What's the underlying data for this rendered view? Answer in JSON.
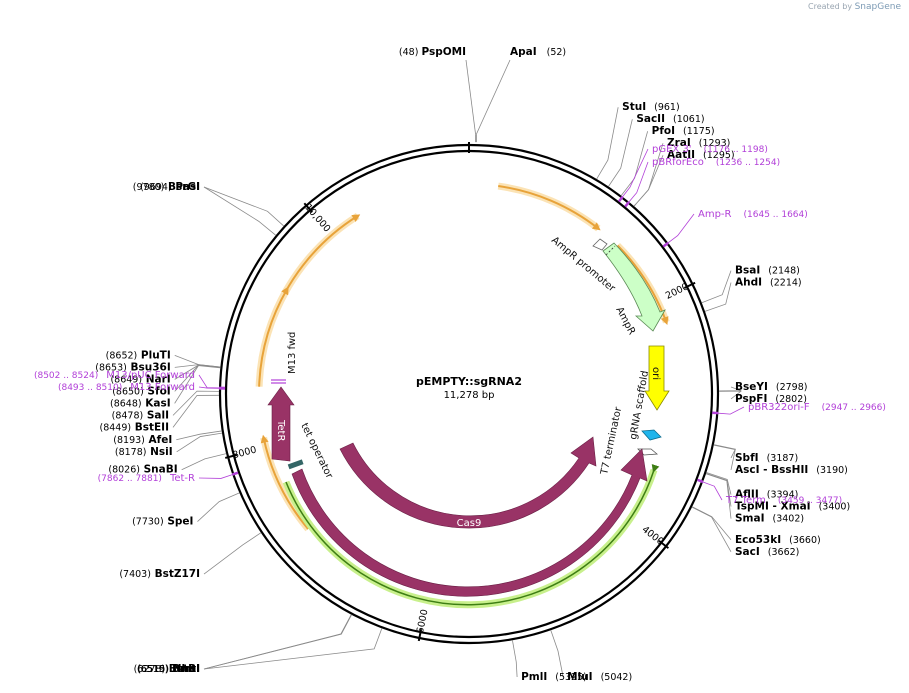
{
  "credit": {
    "prefix": "Created by",
    "brand": "SnapGene"
  },
  "plasmid": {
    "name": "pEMPTY::sgRNA2",
    "size": "11,278 bp"
  },
  "ticks": [
    {
      "label": "2000",
      "angle": 63.8
    },
    {
      "label": "4000",
      "angle": 127.7
    },
    {
      "label": "6000",
      "angle": 191.5
    },
    {
      "label": "8000",
      "angle": 255.3
    },
    {
      "label": "10,000",
      "angle": 319.2
    }
  ],
  "enzymes": [
    {
      "name": "PspOMI",
      "pos": "(48)",
      "angle": 1.5,
      "side": "left"
    },
    {
      "name": "ApaI",
      "pos": "(52)",
      "angle": 1.7,
      "side": "right"
    },
    {
      "name": "StuI",
      "pos": "(961)",
      "angle": 30.7,
      "side": "right"
    },
    {
      "name": "SacII",
      "pos": "(1061)",
      "angle": 33.9,
      "side": "right"
    },
    {
      "name": "PfoI",
      "pos": "(1175)",
      "angle": 37.5,
      "side": "right"
    },
    {
      "name": "ZraI",
      "pos": "(1293)",
      "angle": 41.3,
      "side": "right"
    },
    {
      "name": "AatII",
      "pos": "(1295)",
      "angle": 41.3,
      "side": "right"
    },
    {
      "name": "BsaI",
      "pos": "(2148)",
      "angle": 68.6,
      "side": "right"
    },
    {
      "name": "AhdI",
      "pos": "(2214)",
      "angle": 70.7,
      "side": "right"
    },
    {
      "name": "BseYI",
      "pos": "(2798)",
      "angle": 89.3,
      "side": "right"
    },
    {
      "name": "PspFI",
      "pos": "(2802)",
      "angle": 89.4,
      "side": "right"
    },
    {
      "name": "SbfI",
      "pos": "(3187)",
      "angle": 101.7,
      "side": "right"
    },
    {
      "name": "AscI - BssHII",
      "pos": "(3190)",
      "angle": 101.8,
      "side": "right"
    },
    {
      "name": "AflII",
      "pos": "(3394)",
      "angle": 108.3,
      "side": "right"
    },
    {
      "name": "TspMI - XmaI",
      "pos": "(3400)",
      "angle": 108.5,
      "side": "right"
    },
    {
      "name": "SmaI",
      "pos": "(3402)",
      "angle": 108.6,
      "side": "right"
    },
    {
      "name": "Eco53kI",
      "pos": "(3660)",
      "angle": 116.8,
      "side": "right"
    },
    {
      "name": "SacI",
      "pos": "(3662)",
      "angle": 116.9,
      "side": "right"
    },
    {
      "name": "MluI",
      "pos": "(5042)",
      "angle": 160.9,
      "side": "right"
    },
    {
      "name": "PmlI",
      "pos": "(5325)",
      "angle": 170.0,
      "side": "right"
    },
    {
      "name": "BstBI",
      "pos": "(6278)",
      "angle": 200.4,
      "side": "left"
    },
    {
      "name": "NheI",
      "pos": "(6515)",
      "angle": 208.0,
      "side": "left"
    },
    {
      "name": "BmtI",
      "pos": "(6519)",
      "angle": 208.1,
      "side": "left"
    },
    {
      "name": "BstZ17I",
      "pos": "(7403)",
      "angle": 236.3,
      "side": "left"
    },
    {
      "name": "SpeI",
      "pos": "(7730)",
      "angle": 246.7,
      "side": "left"
    },
    {
      "name": "SnaBI",
      "pos": "(8026)",
      "angle": 256.2,
      "side": "left"
    },
    {
      "name": "NsiI",
      "pos": "(8178)",
      "angle": 261.0,
      "side": "left"
    },
    {
      "name": "AfeI",
      "pos": "(8193)",
      "angle": 261.5,
      "side": "left"
    },
    {
      "name": "BstEII",
      "pos": "(8449)",
      "angle": 269.7,
      "side": "left"
    },
    {
      "name": "SalI",
      "pos": "(8478)",
      "angle": 270.6,
      "side": "left"
    },
    {
      "name": "KasI",
      "pos": "(8648)",
      "angle": 276.0,
      "side": "left"
    },
    {
      "name": "NarI",
      "pos": "(8649)",
      "angle": 276.1,
      "side": "left"
    },
    {
      "name": "SfoI",
      "pos": "(8650)",
      "angle": 276.1,
      "side": "left"
    },
    {
      "name": "PluTI",
      "pos": "(8652)",
      "angle": 276.2,
      "side": "left"
    },
    {
      "name": "Bsu36I",
      "pos": "(8653)",
      "angle": 276.2,
      "side": "left"
    },
    {
      "name": "PasI",
      "pos": "(9694)",
      "angle": 309.4,
      "side": "left"
    },
    {
      "name": "BsrGI",
      "pos": "(9780)",
      "angle": 312.2,
      "side": "left"
    }
  ],
  "primers": [
    {
      "name": "pGEX 3'",
      "pos": "(1176 .. 1198)",
      "angle": 37.9,
      "side": "right"
    },
    {
      "name": "pBRforEco",
      "pos": "(1236 .. 1254)",
      "angle": 39.8,
      "side": "right"
    },
    {
      "name": "Amp-R",
      "pos": "(1645 .. 1664)",
      "angle": 52.8,
      "side": "right"
    },
    {
      "name": "pBR322ori-F",
      "pos": "(2947 .. 2966)",
      "angle": 94.4,
      "side": "right"
    },
    {
      "name": "T7 Term",
      "pos": "(3459 .. 3477)",
      "angle": 110.6,
      "side": "right"
    },
    {
      "name": "Tet-R",
      "pos": "(7862 .. 7881)",
      "angle": 251.2,
      "side": "left"
    },
    {
      "name": "M13 Forward",
      "pos": "(8493 .. 8510)",
      "angle": 271.3,
      "side": "left"
    },
    {
      "name": "M13/pUC Forward",
      "pos": "(8502 .. 8524)",
      "angle": 271.4,
      "side": "left"
    }
  ],
  "features": [
    {
      "name": "AmpR promoter",
      "type": "promoter",
      "color": "#ffffff"
    },
    {
      "name": "AmpR",
      "type": "cds",
      "color": "#ccffc7"
    },
    {
      "name": "ori",
      "type": "origin",
      "color": "#ffff00"
    },
    {
      "name": "gRNA scaffold",
      "type": "misc",
      "color": "#1fb5ec"
    },
    {
      "name": "T7 terminator",
      "type": "terminator",
      "color": "#ffffff"
    },
    {
      "name": "Cas9",
      "type": "cds",
      "color": "#993366"
    },
    {
      "name": "Cas9",
      "type": "cds",
      "color": "#993366"
    },
    {
      "name": "tet operator",
      "type": "protein_bind",
      "color": "#336666"
    },
    {
      "name": "TetR",
      "type": "cds",
      "color": "#993366"
    },
    {
      "name": "M13 fwd",
      "type": "primer_bind",
      "color": "#b240d8"
    }
  ],
  "colors": {
    "backbone": "#000000",
    "orf": "#e8a33a",
    "orf_halo": "#fbe3b5",
    "cas9": "#993366",
    "green_halo": "#c8f08c",
    "green_line": "#3e7e14",
    "primer": "#b240d8"
  }
}
